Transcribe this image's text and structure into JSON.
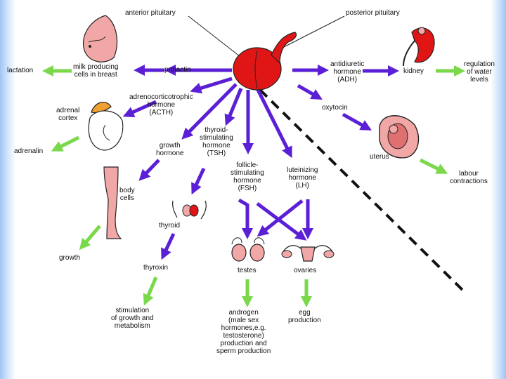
{
  "colors": {
    "hormone_arrow": "#5b1fd6",
    "effect_arrow": "#7ad84a",
    "gland": "#e01616",
    "tissue": "#f2a7a7",
    "outline": "#222222"
  },
  "labels": {
    "anterior_pituitary": "anterior pituitary",
    "posterior_pituitary": "posterior pituitary",
    "prolactin": "prolactin",
    "milk_cells": "milk producing\ncells in breast",
    "lactation": "lactation",
    "acth": "adrenocorticotrophic\nhormone\n(ACTH)",
    "adrenal_cortex": "adrenal\ncortex",
    "adrenalin": "adrenalin",
    "growth_hormone": "growth\nhormone",
    "body_cells": "body\ncells",
    "growth": "growth",
    "tsh": "thyroid-\nstimulating\nhormone\n(TSH)",
    "thyroid": "thyroid",
    "thyroxin": "thyroxin",
    "stimulation": "stimulation\nof growth and\nmetabolism",
    "fsh": "follicle-\nstimulating\nhormone\n(FSH)",
    "lh": "luteinizing\nhormone\n(LH)",
    "testes": "testes",
    "ovaries": "ovaries",
    "androgen": "androgen\n(male sex\nhormones,e.g.\ntestosterone)\nproduction and\nsperm production",
    "egg": "egg\nproduction",
    "adh": "antidiuretic\nhormone\n(ADH)",
    "kidney": "kidney",
    "water": "regulation\nof water\nlevels",
    "oxytocin": "oxytocin",
    "uterus": "uterus",
    "labour": "labour\ncontractions"
  }
}
